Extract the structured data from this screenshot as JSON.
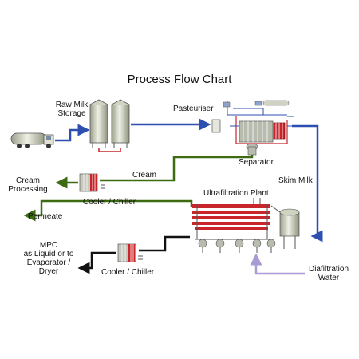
{
  "title": "Process Flow Chart",
  "labels": {
    "raw_milk_storage_line1": "Raw Milk",
    "raw_milk_storage_line2": "Storage",
    "pasteuriser": "Pasteuriser",
    "separator": "Separator",
    "cream": "Cream",
    "cream_processing_line1": "Cream",
    "cream_processing_line2": "Processing",
    "cooler_chiller_top": "Cooler / Chiller",
    "skim_milk": "Skim Milk",
    "ultrafiltration_plant": "Ultrafiltration Plant",
    "permeate": "Permeate",
    "mpc_line1": "MPC",
    "mpc_line2": "as Liquid or to",
    "mpc_line3": "Evaporator /",
    "mpc_line4": "Dryer",
    "cooler_chiller_bottom": "Cooler / Chiller",
    "diafiltration_line1": "Diafiltration",
    "diafiltration_line2": "Water"
  },
  "colors": {
    "milk_line": "#2d4fb0",
    "cream_line": "#3d6b12",
    "mpc_line": "#111111",
    "water_line": "#a99bd6",
    "pipe_red": "#c8262b",
    "tank": "#d9dccc"
  }
}
